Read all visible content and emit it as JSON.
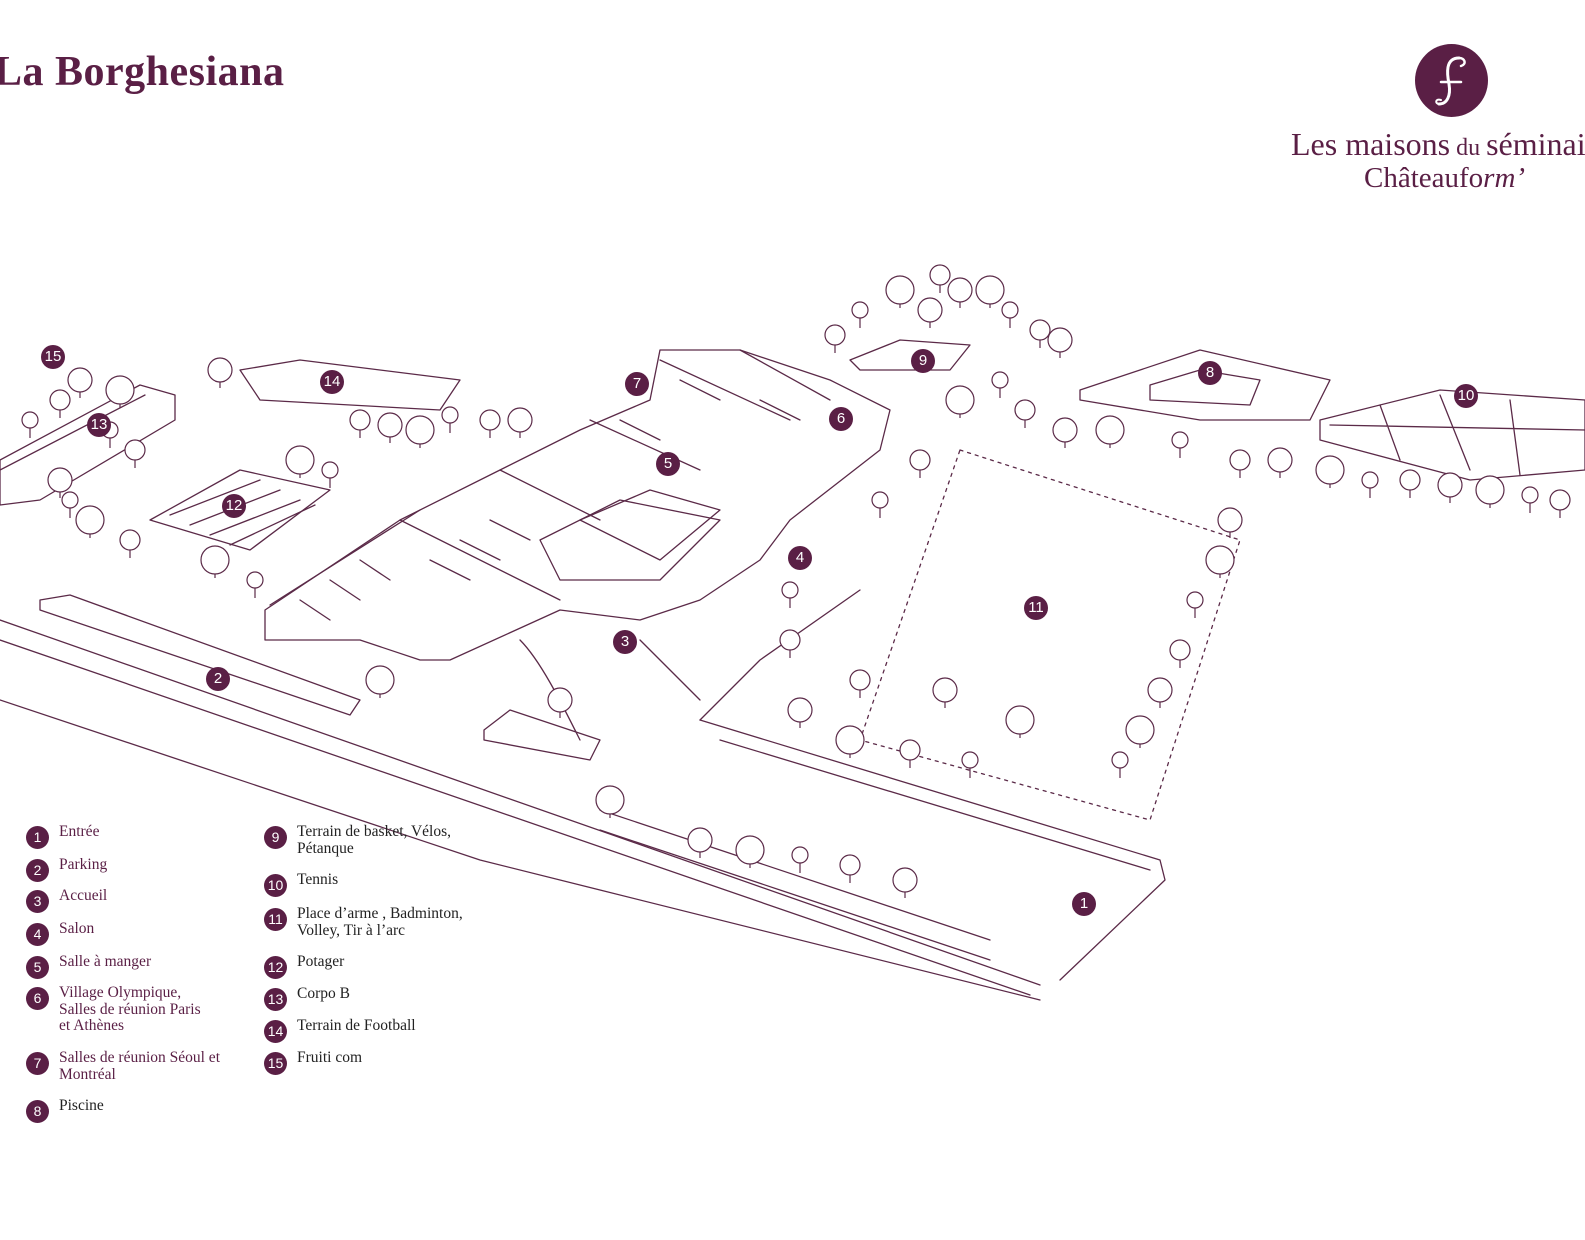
{
  "header": {
    "title": "La Borghesiana",
    "brand_line1": "Les maisons",
    "brand_line1_small": " du ",
    "brand_line1_end": "séminai",
    "brand_line2_a": "Châteaufo",
    "brand_line2_b": "rm’"
  },
  "colors": {
    "accent": "#5a1f45",
    "ink": "#5b2a48"
  },
  "map_markers": [
    "1",
    "2",
    "3",
    "4",
    "5",
    "6",
    "7",
    "8",
    "9",
    "10",
    "11",
    "12",
    "13",
    "14",
    "15"
  ],
  "legend": [
    {
      "num": "1",
      "label": "Entrée"
    },
    {
      "num": "2",
      "label": "Parking"
    },
    {
      "num": "3",
      "label": "Accueil"
    },
    {
      "num": "4",
      "label": "Salon"
    },
    {
      "num": "5",
      "label": "Salle à manger"
    },
    {
      "num": "6",
      "label": "Village Olympique, Salles de réunion Paris et Athènes"
    },
    {
      "num": "7",
      "label": "Salles de réunion Séoul et Montréal"
    },
    {
      "num": "8",
      "label": "Piscine"
    },
    {
      "num": "9",
      "label": "Terrain de basket, Vélos, Pétanque"
    },
    {
      "num": "10",
      "label": "Tennis"
    },
    {
      "num": "11",
      "label": "Place d’arme , Badminton, Volley, Tir à l’arc"
    },
    {
      "num": "12",
      "label": "Potager"
    },
    {
      "num": "13",
      "label": "Corpo B"
    },
    {
      "num": "14",
      "label": "Terrain de Football"
    },
    {
      "num": "15",
      "label": "Fruiti com"
    }
  ]
}
